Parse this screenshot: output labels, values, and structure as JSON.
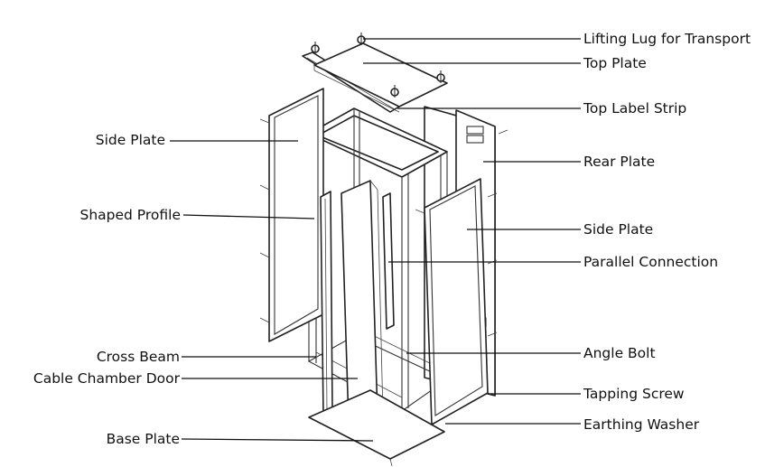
{
  "labels": {
    "lifting_lug": "Lifting Lug for Transport",
    "top_plate": "Top Plate",
    "top_label_strip": "Top Label Strip",
    "rear_plate": "Rear Plate",
    "side_plate_right": "Side Plate",
    "parallel_connection": "Parallel Connection",
    "angle_bolt": "Angle Bolt",
    "tapping_screw": "Tapping Screw",
    "earthing_washer": "Earthing Washer",
    "side_plate_left": "Side Plate",
    "shaped_profile": "Shaped Profile",
    "cross_beam": "Cross Beam",
    "cable_chamber_door": "Cable Chamber Door",
    "base_plate": "Base Plate"
  }
}
